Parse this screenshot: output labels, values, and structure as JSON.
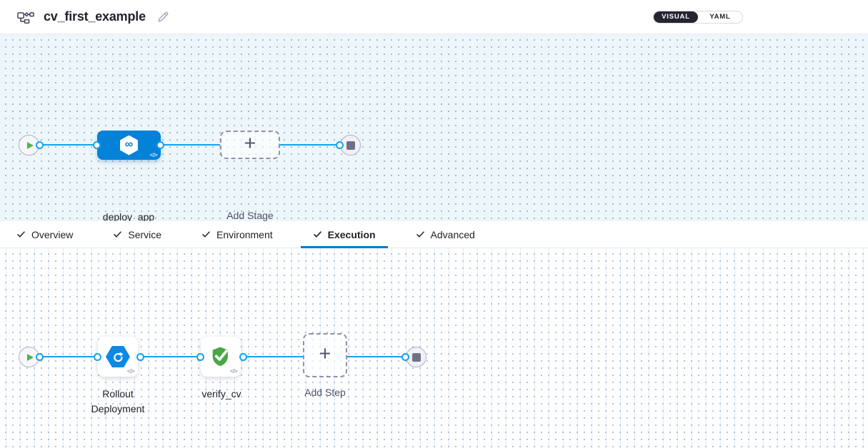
{
  "header": {
    "title": "cv_first_example",
    "view_toggle": {
      "options": [
        "VISUAL",
        "YAML"
      ],
      "selected": "VISUAL"
    }
  },
  "colors": {
    "accent_blue": "#0278D5",
    "stage_blue": "#0382D8",
    "connector_blue": "#14A3EE",
    "success_green": "#4BA648",
    "play_green": "#4DB64F",
    "dark_text": "#22222A"
  },
  "stage_canvas": {
    "start_icon": "play-icon",
    "end_icon": "stop-icon",
    "stage": {
      "label": "deploy_app",
      "icon": "cd-hexagon-infinity-icon"
    },
    "add_stage": {
      "label": "Add Stage",
      "icon": "plus-icon"
    }
  },
  "tabs": {
    "active": "Execution",
    "items": [
      {
        "label": "Overview",
        "checked": true
      },
      {
        "label": "Service",
        "checked": true
      },
      {
        "label": "Environment",
        "checked": true
      },
      {
        "label": "Execution",
        "checked": true
      },
      {
        "label": "Advanced",
        "checked": true
      }
    ]
  },
  "execution_canvas": {
    "start_icon": "play-icon",
    "end_icon": "stop-icon",
    "steps": [
      {
        "label": "Rollout Deployment",
        "icon": "rollout-deployment-icon"
      },
      {
        "label": "verify_cv",
        "icon": "shield-check-icon"
      }
    ],
    "add_step": {
      "label": "Add Step",
      "icon": "plus-icon"
    }
  },
  "glyphs": {
    "plus": "+",
    "code": "</>",
    "infinity": "∞"
  }
}
